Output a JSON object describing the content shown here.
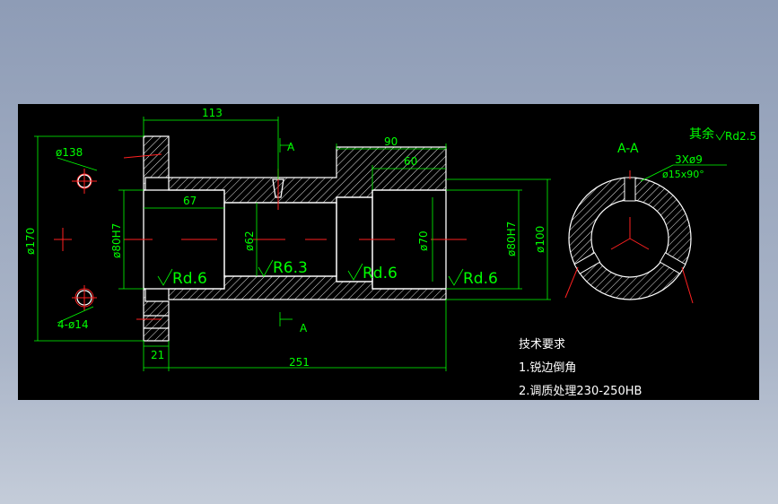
{
  "section_labels": {
    "cut_top": "A",
    "cut_bottom": "A",
    "section_view": "A-A"
  },
  "dimensions": {
    "len_113": "113",
    "len_90": "90",
    "len_60": "60",
    "len_67": "67",
    "len_21": "21",
    "len_251": "251",
    "bolt_circle": "ø138",
    "flange_dia": "ø170",
    "bore_80h7_left": "ø80H7",
    "bore_62": "ø62",
    "bore_70": "ø70",
    "bore_80h7_right": "ø80H7",
    "outer_100": "ø100",
    "holes": "4-ø14",
    "radial_holes": "3Xø9",
    "countersink": "ø15x90°"
  },
  "roughness": {
    "rest_label": "其余",
    "rest_value": "Rd2.5",
    "r1": "Rd.6",
    "r2": "R6.3",
    "r3": "Rd.6",
    "r4": "Rd.6"
  },
  "notes": {
    "title": "技术要求",
    "line1": "1.锐边倒角",
    "line2": "2.调质处理230-250HB"
  },
  "colors": {
    "background": "#000000",
    "dimension": "#00ff00",
    "outline": "#ffffff",
    "centerline": "#ff2020"
  }
}
